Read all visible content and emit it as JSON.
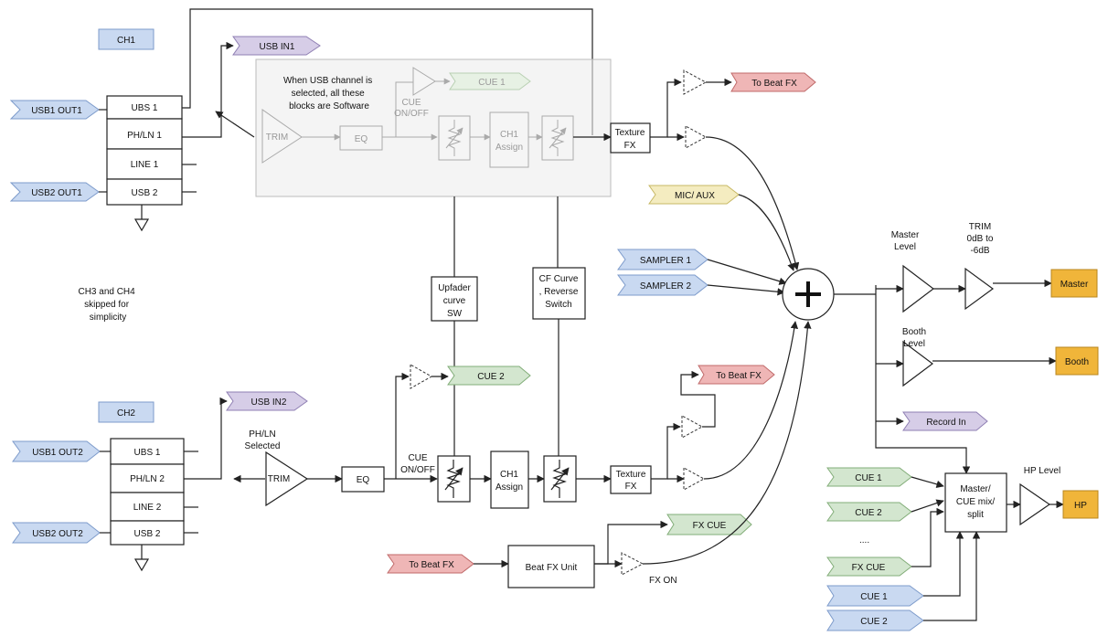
{
  "colors": {
    "blue_tag_fill": "#c9d9f1",
    "blue_tag_stroke": "#7d9bcb",
    "purple_tag_fill": "#d6cde7",
    "purple_tag_stroke": "#8f7fb3",
    "red_tag_fill": "#efb6b6",
    "red_tag_stroke": "#c06a6a",
    "green_tag_fill": "#d3e6cf",
    "green_tag_stroke": "#82ad78",
    "yellow_tag_fill": "#f4ecc0",
    "yellow_tag_stroke": "#c7b864",
    "orange_out_fill": "#f0b53a",
    "orange_out_stroke": "#b8861f"
  },
  "ch1": {
    "label": "CH1",
    "inputs": [
      "UBS 1",
      "PH/LN 1",
      "LINE 1",
      "USB 2"
    ],
    "usb1_out": "USB1 OUT1",
    "usb2_out": "USB2 OUT1",
    "usb_in": "USB IN1"
  },
  "software_note": "When USB channel is selected, all these blocks are Software",
  "ghost": {
    "trim": "TRIM",
    "eq": "EQ",
    "cue_tag": "CUE 1",
    "cue_onoff_1": "CUE",
    "cue_onoff_2": "ON/OFF",
    "ch1_assign_1": "CH1",
    "ch1_assign_2": "Assign"
  },
  "top": {
    "texture_fx_1": "Texture",
    "texture_fx_2": "FX",
    "to_beat_fx": "To Beat FX"
  },
  "middle": {
    "mic_aux": "MIC/ AUX",
    "sampler1": "SAMPLER 1",
    "sampler2": "SAMPLER 2",
    "upfader_1": "Upfader",
    "upfader_2": "curve",
    "upfader_3": "SW",
    "cf_1": "CF Curve",
    "cf_2": ", Reverse",
    "cf_3": "Switch",
    "skip_1": "CH3 and CH4",
    "skip_2": "skipped for",
    "skip_3": "simplicity"
  },
  "ch2": {
    "label": "CH2",
    "inputs": [
      "UBS 1",
      "PH/LN 2",
      "LINE 2",
      "USB 2"
    ],
    "usb1_out": "USB1 OUT2",
    "usb2_out": "USB2 OUT2",
    "usb_in": "USB IN2",
    "phln_sel_1": "PH/LN",
    "phln_sel_2": "Selected",
    "trim": "TRIM",
    "eq": "EQ",
    "cue_onoff_1": "CUE",
    "cue_onoff_2": "ON/OFF",
    "cue_tag": "CUE 2",
    "ch1_assign_1": "CH1",
    "ch1_assign_2": "Assign",
    "texture_fx_1": "Texture",
    "texture_fx_2": "FX",
    "to_beat_fx": "To Beat FX"
  },
  "beatfx": {
    "in_tag": "To Beat FX",
    "unit": "Beat FX Unit",
    "fx_cue": "FX CUE",
    "fx_on": "FX ON"
  },
  "outputs": {
    "master_level_1": "Master",
    "master_level_2": "Level",
    "trim_1": "TRIM",
    "trim_2": "0dB to",
    "trim_3": "-6dB",
    "master": "Master",
    "booth_level_1": "Booth",
    "booth_level_2": "Level",
    "booth": "Booth",
    "record_in": "Record In",
    "mix_1": "Master/",
    "mix_2": "CUE mix/",
    "mix_3": "split",
    "hp_level": "HP Level",
    "hp": "HP",
    "cue_in": [
      "CUE 1",
      "CUE 2",
      "....",
      "FX CUE"
    ],
    "cue_blue": [
      "CUE 1",
      "CUE 2"
    ]
  }
}
